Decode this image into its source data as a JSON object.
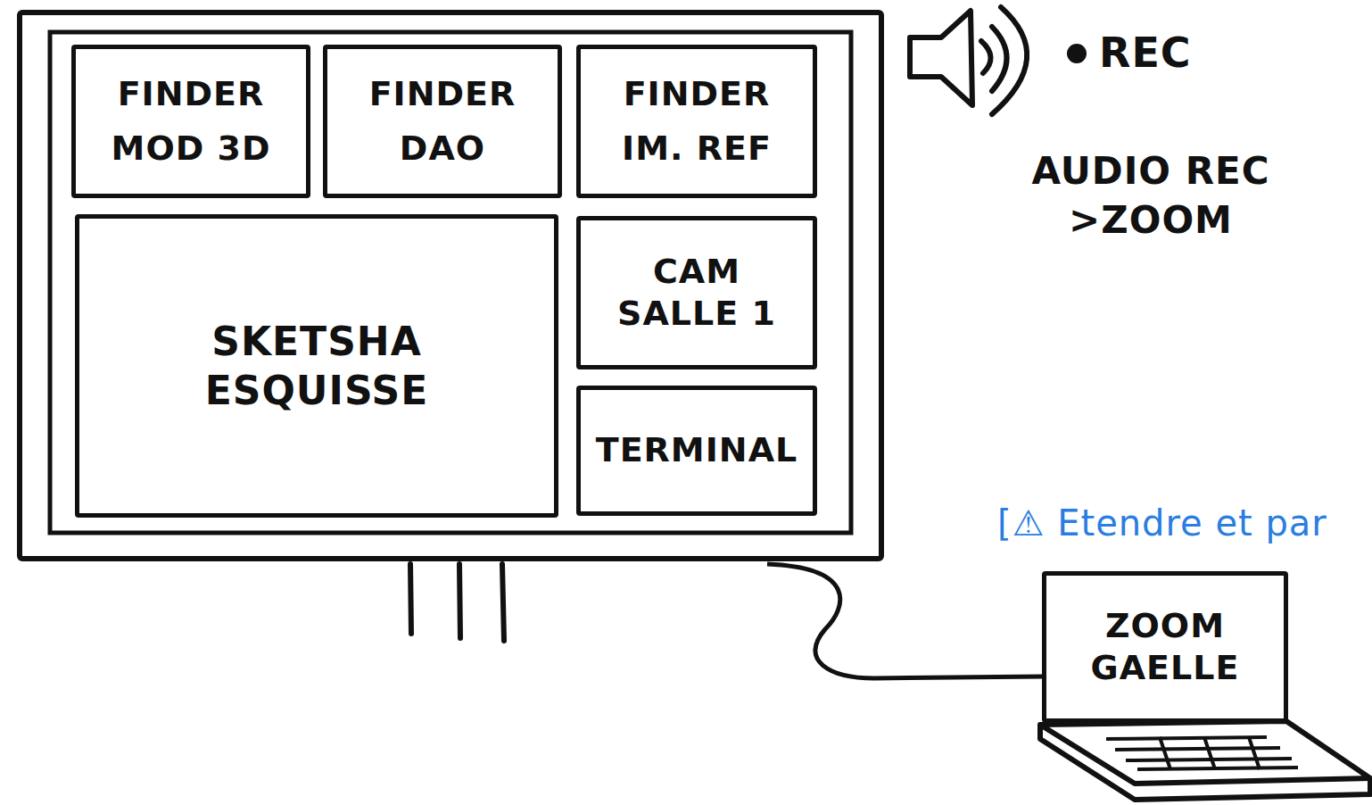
{
  "diagram": {
    "nodes": [
      {
        "text": [
          "FINDER",
          "MOD 3D"
        ]
      },
      {
        "text": [
          "FINDER",
          "DAO"
        ]
      },
      {
        "text": [
          "FINDER",
          "IM. REF"
        ]
      },
      {
        "text": [
          "SKETSHA ESQUISSE"
        ]
      },
      {
        "text": [
          "CAM SALLE 1"
        ]
      },
      {
        "text": [
          "TERMINAL"
        ]
      },
      {
        "text": [
          "ZOOM GAELLE"
        ]
      }
    ],
    "labels": [
      "REC",
      "AUDIO REC >ZOOM",
      "[⚠ Etendre et par"
    ]
  }
}
